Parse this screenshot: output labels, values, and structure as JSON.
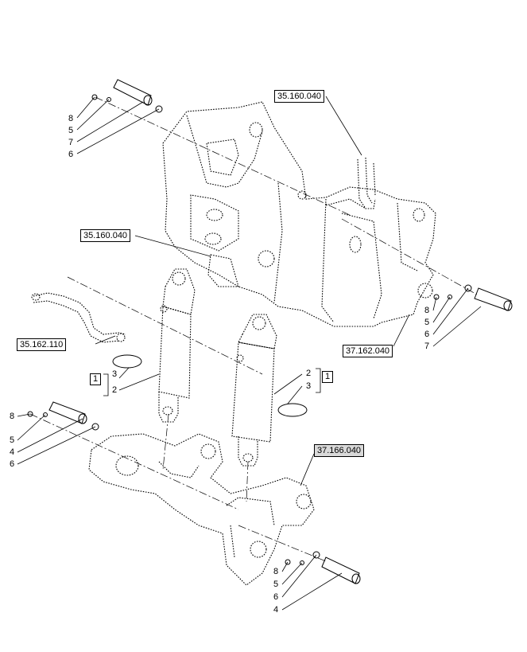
{
  "refs": {
    "r_35160040_top": "35.160.040",
    "r_35160040_mid": "35.160.040",
    "r_35162110": "35.162.110",
    "r_37162040": "37.162.040",
    "r_37166040": "37.166.040"
  },
  "callouts": {
    "tl_8": "8",
    "tl_5": "5",
    "tl_7": "7",
    "tl_6": "6",
    "tr_8": "8",
    "tr_5": "5",
    "tr_6": "6",
    "tr_7": "7",
    "ml_8": "8",
    "ml_5": "5",
    "ml_4": "4",
    "ml_6": "6",
    "bl_8": "8",
    "bl_5": "5",
    "bl_6": "6",
    "bl_4": "4",
    "left_3": "3",
    "left_2": "2",
    "left_box": "1",
    "right_2": "2",
    "right_3": "3",
    "right_box": "1"
  }
}
